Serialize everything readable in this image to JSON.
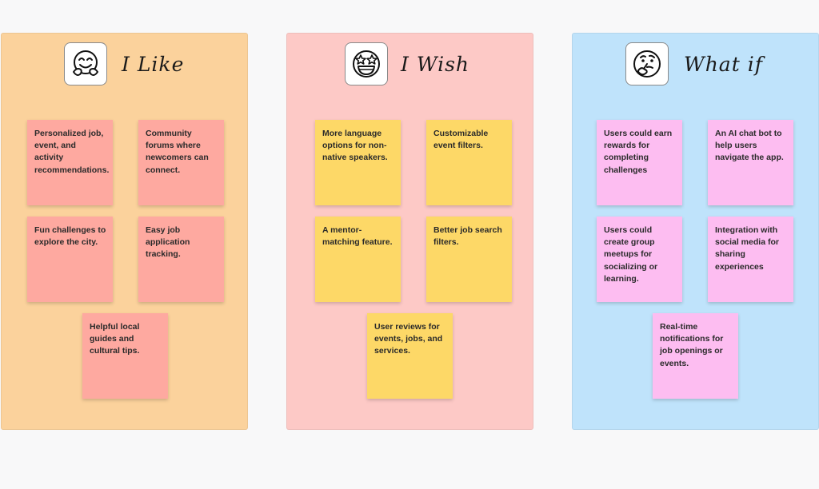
{
  "columns": [
    {
      "title": "I Like",
      "icon": "hugging-face-icon",
      "color": "#fbd29c",
      "note_color": "#fea9a0",
      "notes": [
        "Personalized job, event, and activity recommendations.",
        "Community forums where newcomers can connect.",
        "Fun challenges to explore the city.",
        "Easy job application tracking.",
        "Helpful local guides and cultural tips."
      ]
    },
    {
      "title": "I Wish",
      "icon": "star-struck-face-icon",
      "color": "#fdc9c6",
      "note_color": "#fdd867",
      "notes": [
        "More language options for non-native speakers.",
        "Customizable event filters.",
        "A mentor-matching feature.",
        "Better job search filters.",
        "User reviews for events, jobs, and services."
      ]
    },
    {
      "title": "What if",
      "icon": "thinking-face-icon",
      "color": "#bfe3fb",
      "note_color": "#fdbdf1",
      "notes": [
        "Users could earn rewards for completing challenges",
        "An AI chat bot to help users navigate the app.",
        "Users could create group meetups for socializing or learning.",
        "Integration with social media for sharing experiences",
        "Real-time notifications for job openings or events."
      ]
    }
  ]
}
